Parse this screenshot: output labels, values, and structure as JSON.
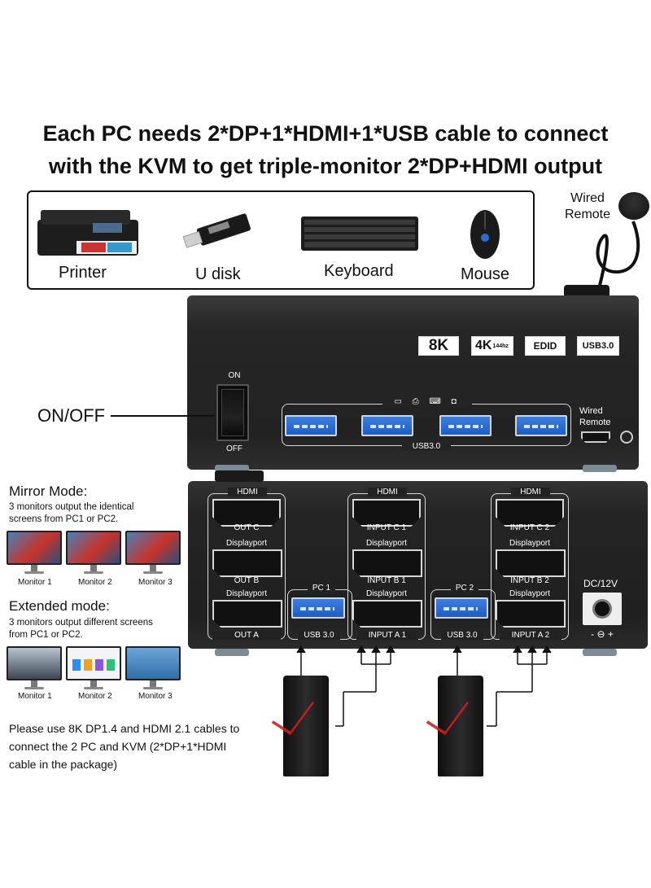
{
  "headline": {
    "line1": "Each PC needs 2*DP+1*HDMI+1*USB cable to connect",
    "line2": "with the KVM to get triple-monitor 2*DP+HDMI output"
  },
  "peripherals": [
    {
      "label": "Printer",
      "icon": "printer-icon"
    },
    {
      "label": "U disk",
      "icon": "usb-drive-icon"
    },
    {
      "label": "Keyboard",
      "icon": "keyboard-icon"
    },
    {
      "label": "Mouse",
      "icon": "mouse-icon"
    }
  ],
  "remote": {
    "label_line1": "Wired",
    "label_line2": "Remote"
  },
  "badges": [
    "8K",
    "4K",
    "144hz",
    "EDID",
    "USB3.0"
  ],
  "front_panel": {
    "switch_on": "ON",
    "switch_off": "OFF",
    "onoff_callout": "ON/OFF",
    "usb_label": "USB3.0",
    "wired_remote_line1": "Wired",
    "wired_remote_line2": "Remote"
  },
  "back_panel": {
    "groups": [
      {
        "hdmi": "HDMI",
        "hdmi_out": "OUT C",
        "dp1": "Displayport",
        "dp1_out": "OUT B",
        "dp2": "Displayport",
        "dp2_out": "OUT A"
      },
      {
        "hdmi": "HDMI",
        "hdmi_out": "INPUT C 1",
        "dp1": "Displayport",
        "dp1_out": "INPUT B 1",
        "dp2": "Displayport",
        "dp2_out": "INPUT A 1",
        "pc": "PC 1",
        "usb": "USB 3.0"
      },
      {
        "hdmi": "HDMI",
        "hdmi_out": "INPUT C 2",
        "dp1": "Displayport",
        "dp1_out": "INPUT B 2",
        "dp2": "Displayport",
        "dp2_out": "INPUT A 2",
        "pc": "PC 2",
        "usb": "USB 3.0"
      }
    ],
    "dc_label": "DC/12V",
    "dc_polarity": "- ⊖ +"
  },
  "mirror": {
    "title": "Mirror Mode:",
    "desc_line1": "3 monitors output the identical",
    "desc_line2": "screens from PC1 or PC2.",
    "monitors": [
      "Monitor 1",
      "Monitor 2",
      "Monitor 3"
    ]
  },
  "extended": {
    "title": "Extended mode:",
    "desc_line1": "3 monitors output different screens",
    "desc_line2": "from PC1 or PC2.",
    "monitors": [
      "Monitor 1",
      "Monitor 2",
      "Monitor 3"
    ]
  },
  "note": {
    "line1": "Please use 8K DP1.4 and HDMI 2.1 cables to",
    "line2": "connect the 2 PC and KVM (2*DP+1*HDMI",
    "line3": "cable in the package)"
  },
  "colors": {
    "accent_blue": "#2a6fd6",
    "pc_red": "#d21d1d",
    "device_body": "#242424"
  }
}
